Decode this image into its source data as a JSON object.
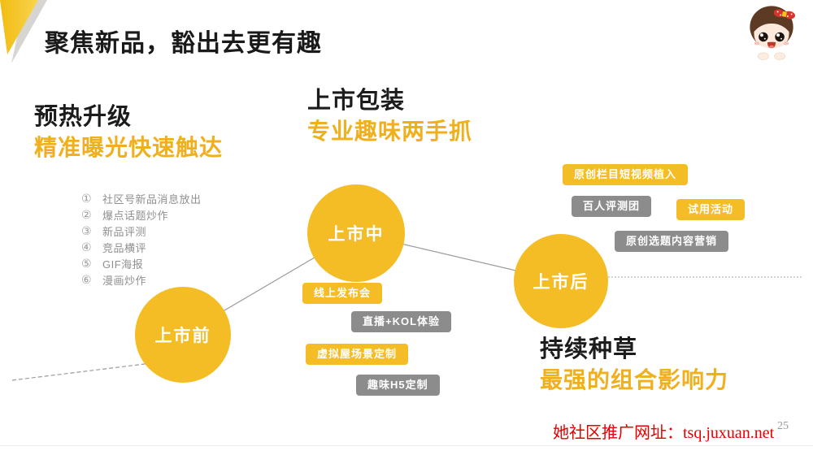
{
  "header": {
    "title": "聚焦新品，豁出去更有趣",
    "mascot_icon": "girl-mascot-icon"
  },
  "sections": {
    "preheat": {
      "title": "预热升级",
      "subtitle": "精准曝光快速触达",
      "items": [
        {
          "num": "①",
          "text": "社区号新品消息放出"
        },
        {
          "num": "②",
          "text": "爆点话题炒作"
        },
        {
          "num": "③",
          "text": "新品评测"
        },
        {
          "num": "④",
          "text": "竞品横评"
        },
        {
          "num": "⑤",
          "text": "GIF海报"
        },
        {
          "num": "⑥",
          "text": "漫画炒作"
        }
      ]
    },
    "packaging": {
      "title": "上市包装",
      "subtitle": "专业趣味两手抓"
    },
    "seeding": {
      "title": "持续种草",
      "subtitle": "最强的组合影响力"
    }
  },
  "timeline": {
    "nodes": [
      {
        "label": "上市前"
      },
      {
        "label": "上市中"
      },
      {
        "label": "上市后"
      }
    ],
    "launch_tags": [
      {
        "label": "线上发布会",
        "style": "yellow"
      },
      {
        "label": "直播+KOL体验",
        "style": "gray"
      },
      {
        "label": "虚拟屋场景定制",
        "style": "yellow"
      },
      {
        "label": "趣味H5定制",
        "style": "gray"
      }
    ],
    "post_tags": [
      {
        "label": "原创栏目短视频植入",
        "style": "yellow"
      },
      {
        "label": "百人评测团",
        "style": "gray"
      },
      {
        "label": "试用活动",
        "style": "yellow"
      },
      {
        "label": "原创选题内容营销",
        "style": "gray"
      }
    ]
  },
  "footer": {
    "promo_text": "她社区推广网址：tsq.juxuan.net",
    "page_number": "25"
  },
  "colors": {
    "accent_yellow": "#F5BD25",
    "accent_text_yellow": "#F0B01E",
    "tag_gray": "#8C8C8C",
    "footer_red": "#E60000",
    "title_black": "#1A1A1A",
    "list_gray": "#8F8F8F"
  }
}
